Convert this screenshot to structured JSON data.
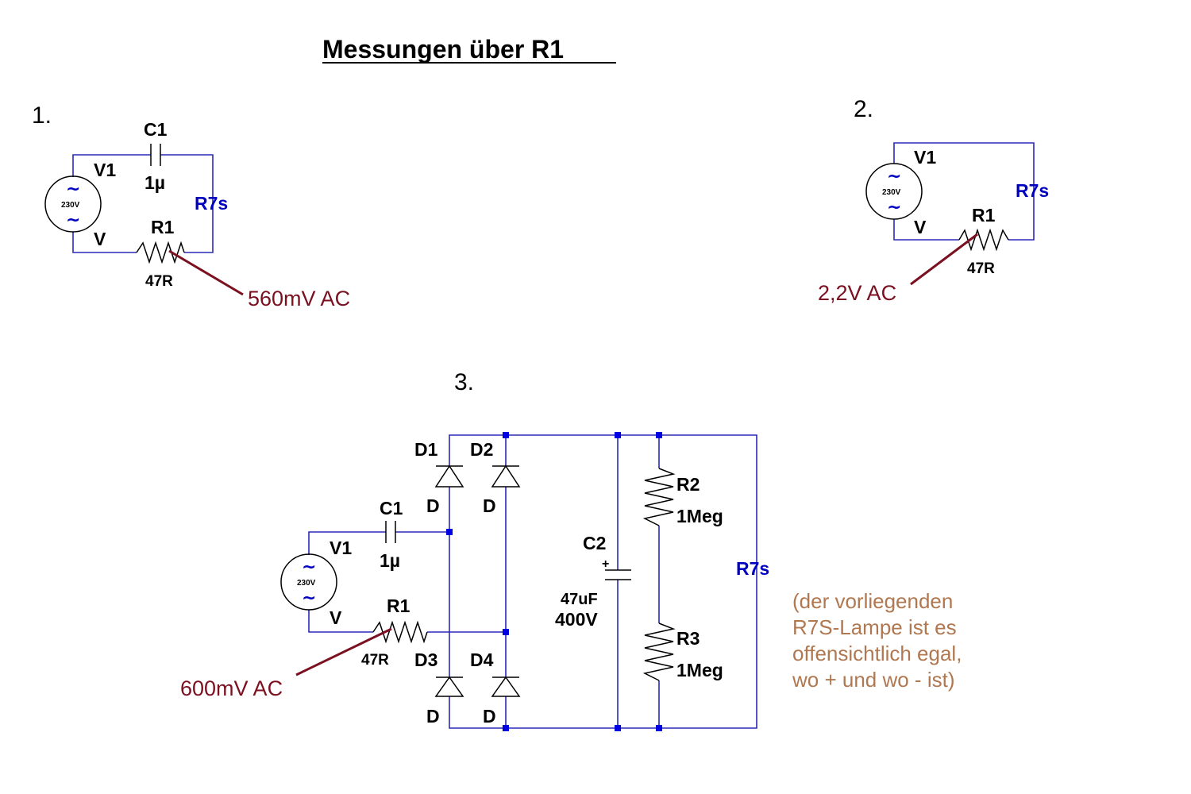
{
  "title": "Messungen über R1",
  "circuit1": {
    "number": "1.",
    "source_name": "V1",
    "source_value": "230V",
    "source_type": "V",
    "cap_name": "C1",
    "cap_value": "1µ",
    "res_name": "R1",
    "res_value": "47R",
    "load": "R7s",
    "measurement": "560mV AC"
  },
  "circuit2": {
    "number": "2.",
    "source_name": "V1",
    "source_value": "230V",
    "source_type": "V",
    "res_name": "R1",
    "res_value": "47R",
    "load": "R7s",
    "measurement": "2,2V AC"
  },
  "circuit3": {
    "number": "3.",
    "source_name": "V1",
    "source_value": "230V",
    "source_type": "V",
    "cap1_name": "C1",
    "cap1_value": "1µ",
    "res_name": "R1",
    "res_value": "47R",
    "d1": "D1",
    "d2": "D2",
    "d3": "D3",
    "d4": "D4",
    "diode_model": "D",
    "cap2_name": "C2",
    "cap2_plus": "+",
    "cap2_value": "47uF",
    "cap2_voltage": "400V",
    "r2_name": "R2",
    "r2_value": "1Meg",
    "r3_name": "R3",
    "r3_value": "1Meg",
    "load": "R7s",
    "measurement": "600mV AC",
    "note": [
      "(der vorliegenden",
      "R7S-Lampe ist es",
      "offensichtlich egal,",
      "wo + und wo - ist)"
    ]
  },
  "tilde": "~"
}
